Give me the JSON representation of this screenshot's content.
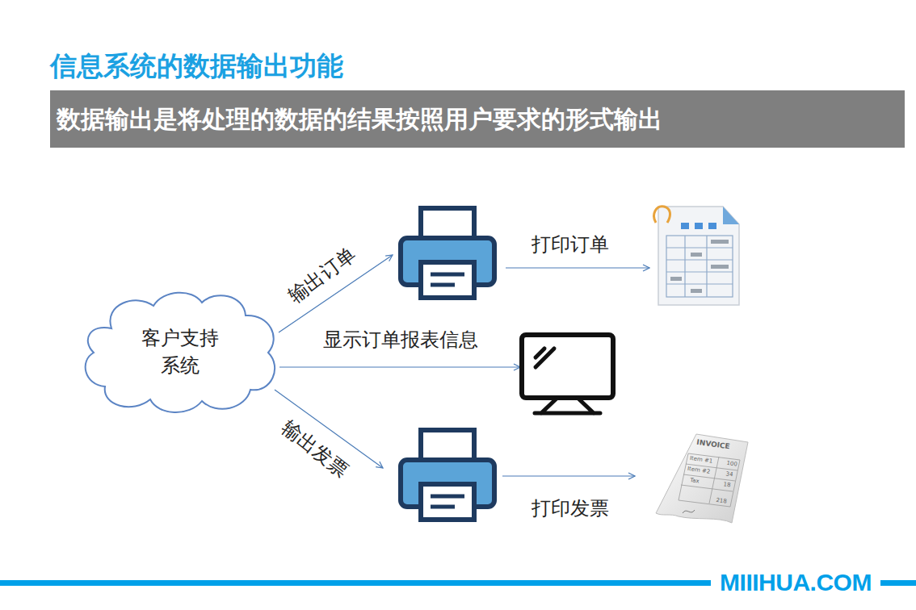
{
  "diagram": {
    "title": "信息系统的数据输出功能",
    "nodes": [
      {
        "text": [
          "数据输出是将处理的数据的结果按照用户要求的形式输出"
        ]
      },
      {
        "text": [
          "客户支持 系统"
        ]
      }
    ],
    "labels": [
      "输出订单",
      "打印订单",
      "显示订单报表信息",
      "输出发票",
      "打印发票",
      "INVOICE",
      "Item #1",
      "100",
      "Item #2",
      "34",
      "Tax",
      "18",
      "218",
      "MIIIHUA.COM"
    ]
  }
}
